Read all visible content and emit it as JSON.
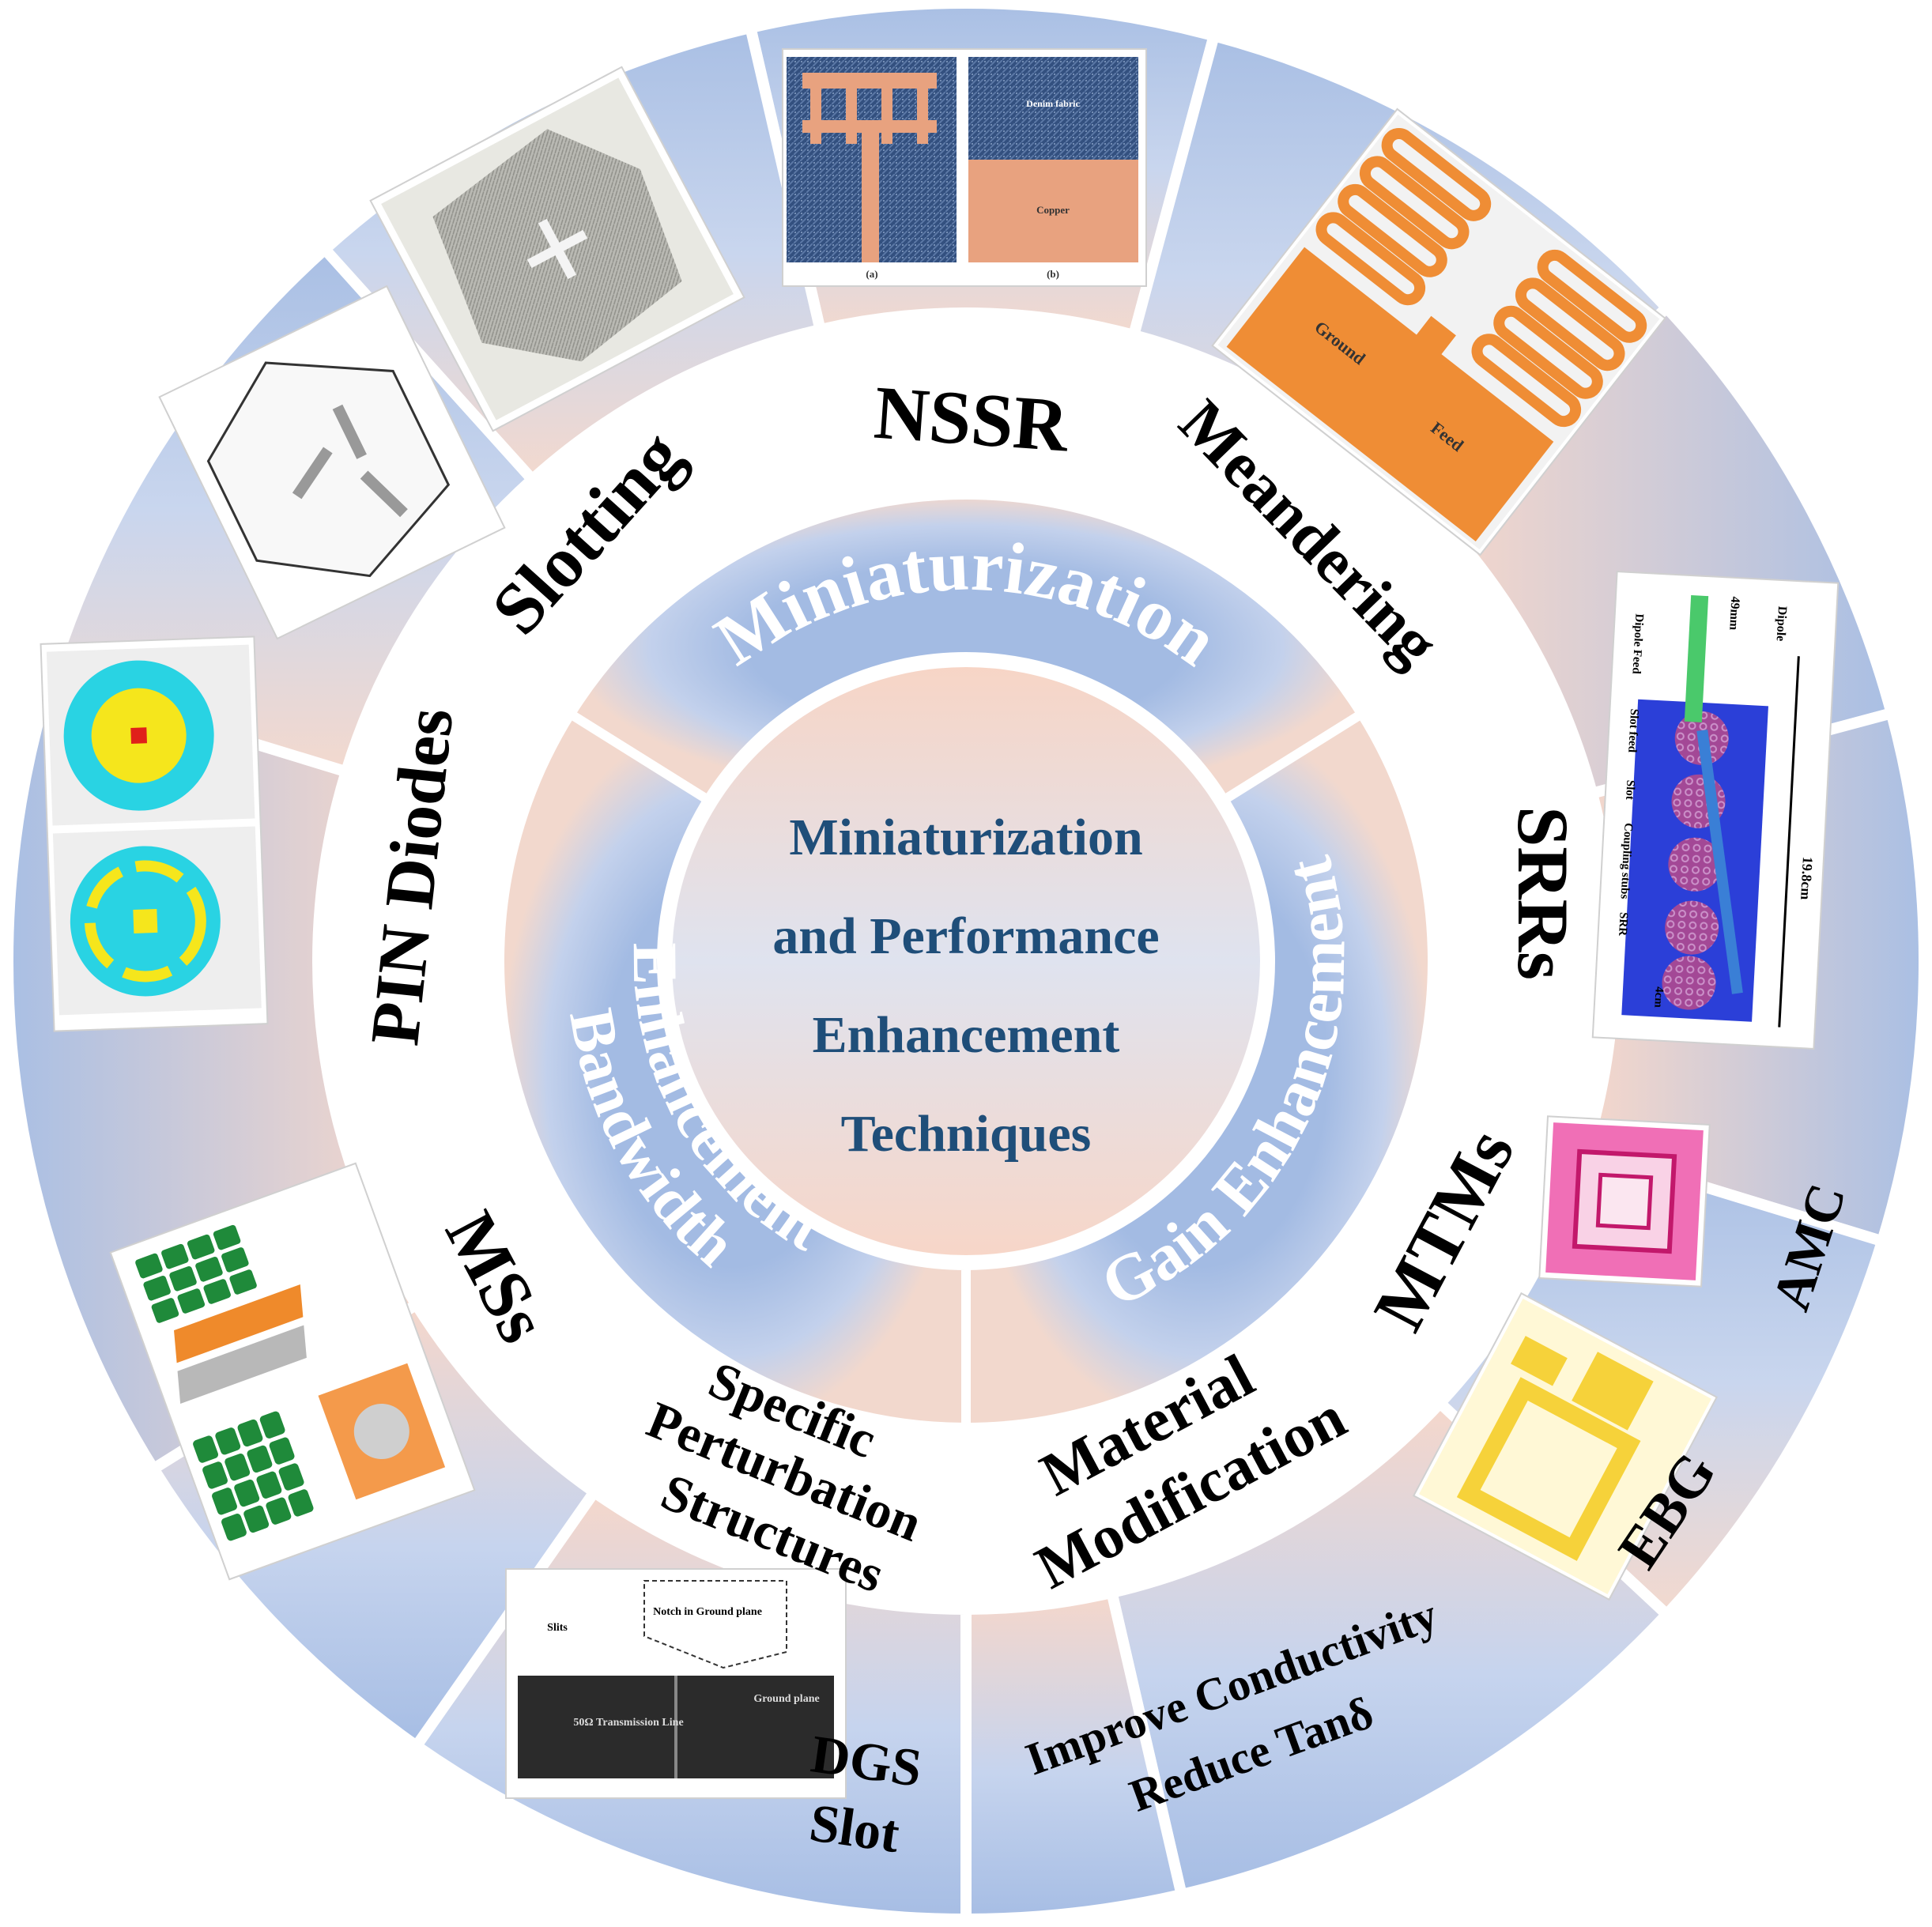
{
  "center": {
    "lines": [
      "Miniaturization",
      "and Performance",
      "Enhancement",
      "Techniques"
    ],
    "color": "#1f4e79"
  },
  "middle_ring": {
    "miniaturization": "Miniaturization",
    "gain": "Gain Enhancement",
    "bandwidth_1": "Bandwidth",
    "bandwidth_2": "Enhancement"
  },
  "white_ring": {
    "nssr": "NSSR",
    "slotting": "Slotting",
    "meandering": "Meandering",
    "srrs": "SRRs",
    "pin_diodes": "PIN Diodes",
    "mtms": "MTMs",
    "mss": "MSs",
    "material_1": "Material",
    "material_2": "Modification",
    "perturbation_1": "Specific",
    "perturbation_2": "Perturbation",
    "perturbation_3": "Structures"
  },
  "outer_ring": {
    "amc": "AMC",
    "ebg": "EBG",
    "dgs": "DGS",
    "slot": "Slot",
    "conductivity": "Improve Conductivity",
    "tand": "Reduce Tanδ"
  },
  "thumbnail_labels": {
    "ground": "Ground",
    "feed": "Feed",
    "copper": "Copper",
    "denim": "Denim fabric",
    "caption_a": "(a)",
    "caption_b": "(b)",
    "dipole": "Dipole",
    "dipole_feed": "Dipole Feed",
    "slot_feed": "Slot feed",
    "slot": "Slot",
    "coupling": "Coupling stubs",
    "srr": "SRR",
    "dim_49": "49mm",
    "dim_198": "19.8cm",
    "dim_4": "4cm",
    "notch": "Notch in Ground plane",
    "slits": "Slits",
    "line50": "50Ω Transmission Line",
    "ground_plane": "Ground plane"
  },
  "colors": {
    "blue": "#a9bfe4",
    "peach": "#f7d9cd",
    "separator": "#ffffff",
    "black_text": "#000000",
    "white_text": "#ffffff",
    "antenna_orange": "#ef8d35",
    "denim_blue": "#2f4f7f",
    "copper": "#e8a27f",
    "metamaterial_blue": "#2b3fd8",
    "cyan": "#29d3e3",
    "yellow": "#f5e61c",
    "pink": "#f06fb6",
    "gold": "#f6d23a",
    "green": "#1f8a3a",
    "dark": "#2b2b2b"
  }
}
